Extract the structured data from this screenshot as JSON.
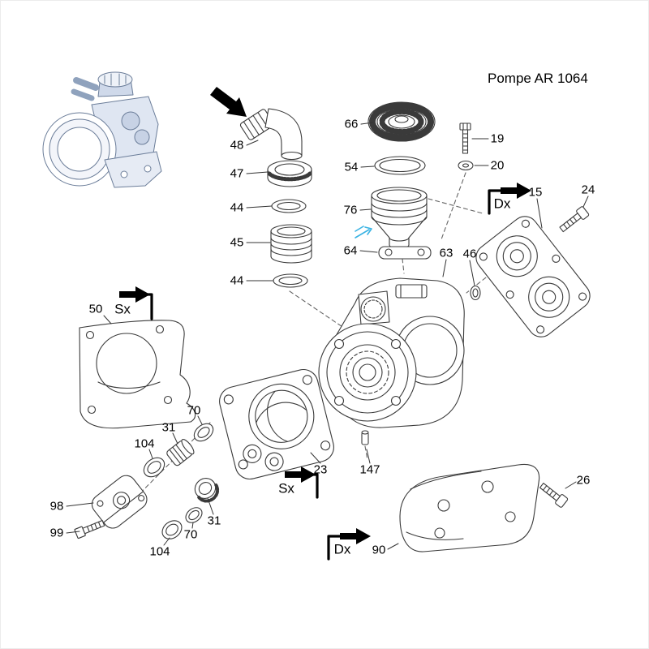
{
  "title": "Pompe AR 1064",
  "direction_labels": {
    "sx_top": "Sx",
    "sx_bottom": "Sx",
    "dx_top": "Dx",
    "dx_bottom": "Dx"
  },
  "parts": {
    "p66": "66",
    "p48": "48",
    "p54": "54",
    "p19": "19",
    "p47": "47",
    "p20": "20",
    "p44a": "44",
    "p76": "76",
    "p15": "15",
    "p24": "24",
    "p45": "45",
    "p64": "64",
    "p44b": "44",
    "p63": "63",
    "p46": "46",
    "p50": "50",
    "p23": "23",
    "p147": "147",
    "p26": "26",
    "p70a": "70",
    "p31a": "31",
    "p104a": "104",
    "p98": "98",
    "p99": "99",
    "p104b": "104",
    "p70b": "70",
    "p31b": "31",
    "p90": "90"
  },
  "colors": {
    "line": "#3a3a3a",
    "highlight_arrow": "#3ab3e3"
  }
}
